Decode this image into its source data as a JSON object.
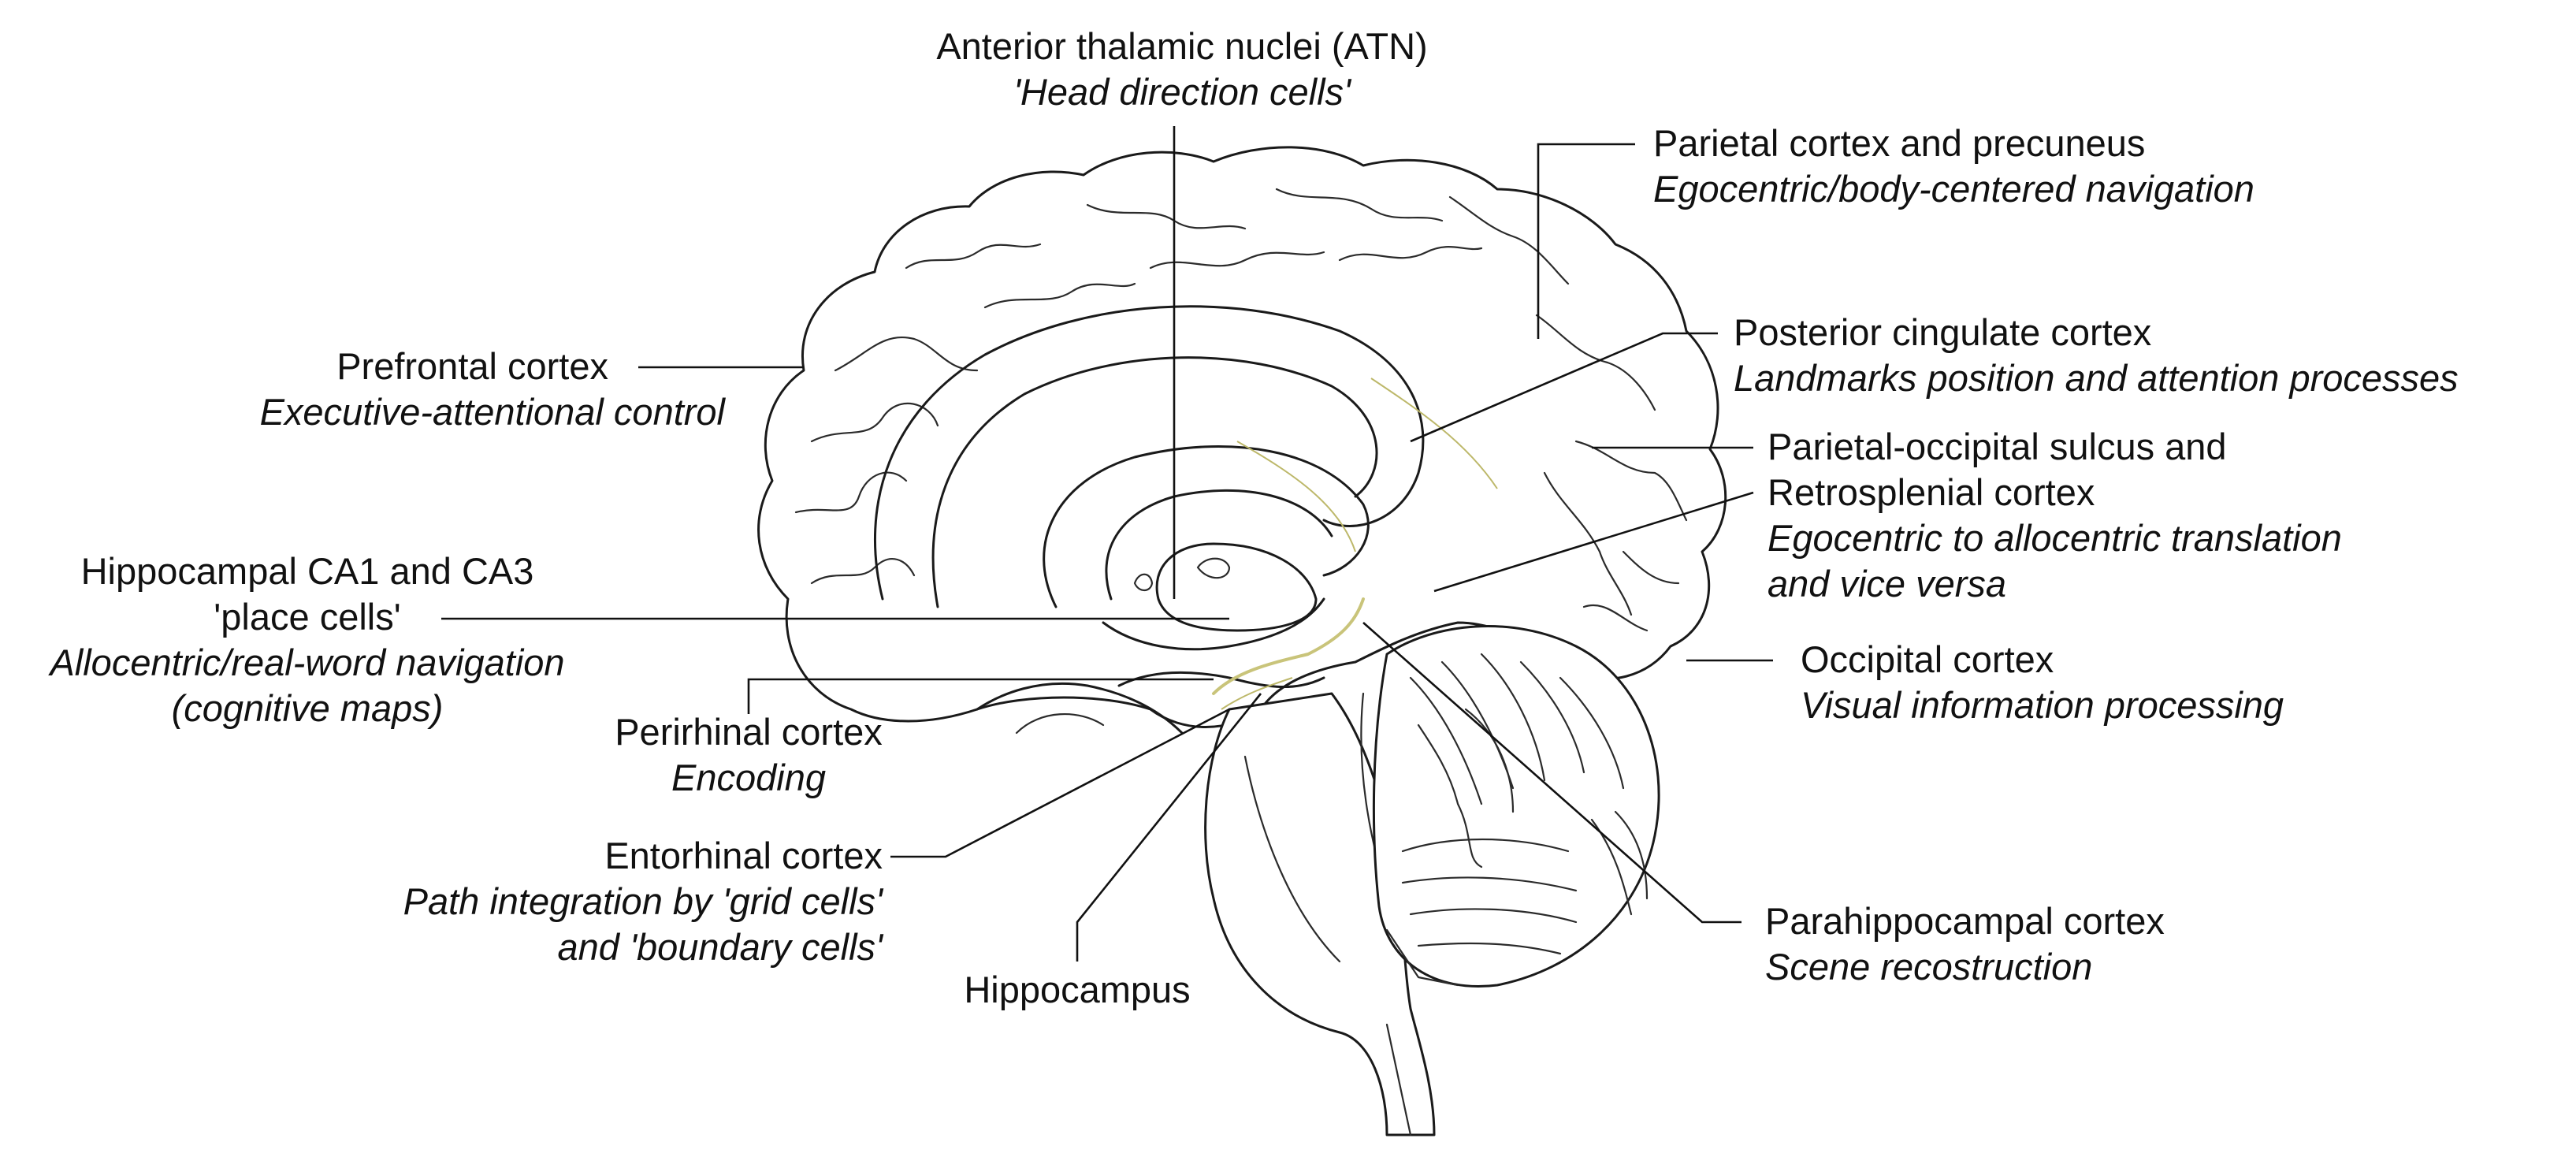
{
  "labels": {
    "atn": {
      "name": "Anterior thalamic nuclei (ATN)",
      "role": "'Head direction cells'"
    },
    "parietal": {
      "name": "Parietal cortex and precuneus",
      "role": "Egocentric/body-centered navigation"
    },
    "prefrontal": {
      "name": "Prefrontal cortex",
      "role": "Executive-attentional control"
    },
    "posterior_cingulate": {
      "name": "Posterior cingulate cortex",
      "role": "Landmarks position and attention processes"
    },
    "parieto_occipital": {
      "name_line1": "Parietal-occipital sulcus and",
      "name_line2": "Retrosplenial cortex",
      "role_line1": "Egocentric to allocentric translation",
      "role_line2": "and vice versa"
    },
    "hippocampal_ca": {
      "name_line1": "Hippocampal CA1 and CA3",
      "name_line2": "'place cells'",
      "role_line1": "Allocentric/real-word navigation",
      "role_line2": "(cognitive maps)"
    },
    "occipital": {
      "name": "Occipital cortex",
      "role": "Visual information processing"
    },
    "perirhinal": {
      "name": "Perirhinal cortex",
      "role": "Encoding"
    },
    "entorhinal": {
      "name": "Entorhinal cortex",
      "role_line1": "Path integration by 'grid cells'",
      "role_line2": "and 'boundary cells'"
    },
    "parahippocampal": {
      "name": "Parahippocampal cortex",
      "role": "Scene recostruction"
    },
    "hippocampus": {
      "name": "Hippocampus"
    }
  },
  "colors": {
    "line": "#111111",
    "highlight": "#c9c47a",
    "background": "#ffffff"
  }
}
